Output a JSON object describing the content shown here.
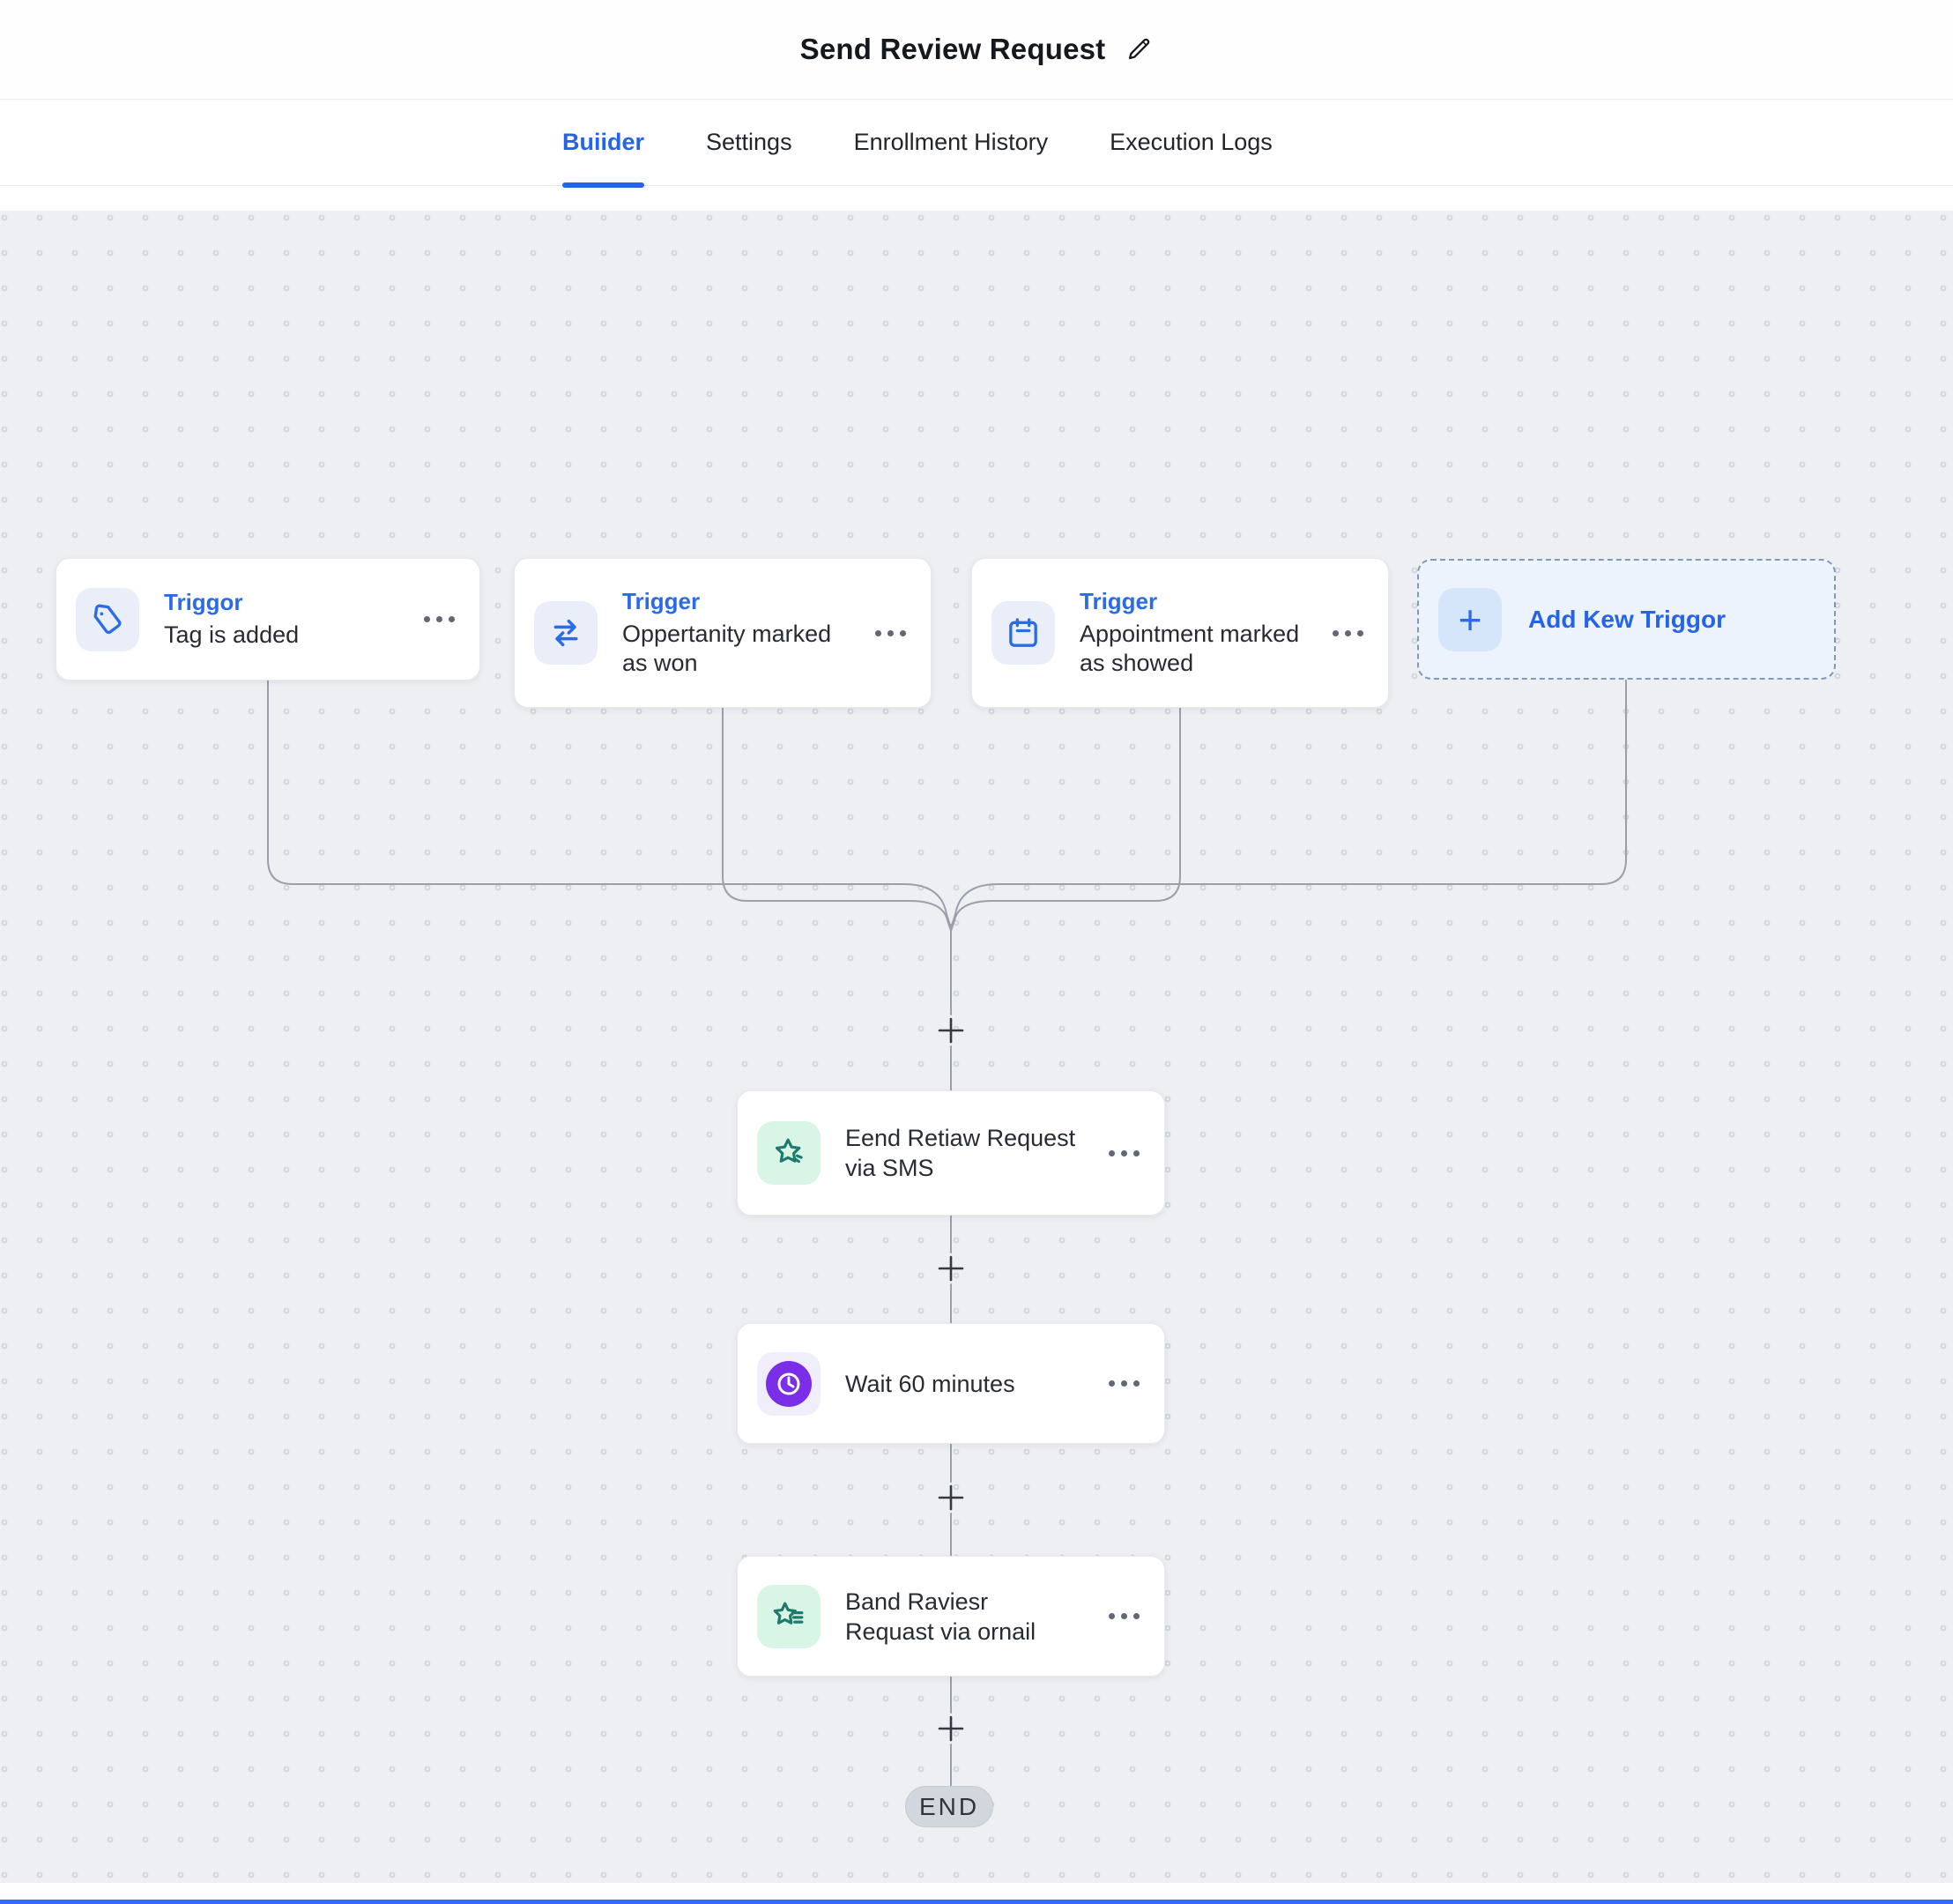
{
  "header": {
    "title": "Send Review Request"
  },
  "tabs": {
    "builder": "Buiider",
    "settings": "Settings",
    "enrollment": "Enrollment History",
    "execution": "Execution Logs"
  },
  "triggers": [
    {
      "label": "Triggor",
      "title": "Tag is added",
      "icon": "tag-icon"
    },
    {
      "label": "Trigger",
      "title": "Oppertanity marked as won",
      "icon": "swap-icon"
    },
    {
      "label": "Trigger",
      "title": "Appointment marked as showed",
      "icon": "calendar-icon"
    }
  ],
  "add_trigger": {
    "label": "Add Kew Triggor",
    "plus": "+"
  },
  "steps": [
    {
      "title": "Eend Retiaw Request via SMS",
      "icon": "star-sparkle-icon"
    },
    {
      "title": "Wait 60 minutes",
      "icon": "clock-icon"
    },
    {
      "title": "Band Raviesr Requast via ornail",
      "icon": "star-lines-icon"
    }
  ],
  "end": {
    "label": "END"
  },
  "colors": {
    "accent_blue": "#2563eb",
    "icon_blue": "#2b6ce6",
    "teal": "#1c7a6e",
    "purple": "#7a2ee8",
    "canvas_bg": "#edeff3",
    "end_pill": "#d2d6dd"
  }
}
